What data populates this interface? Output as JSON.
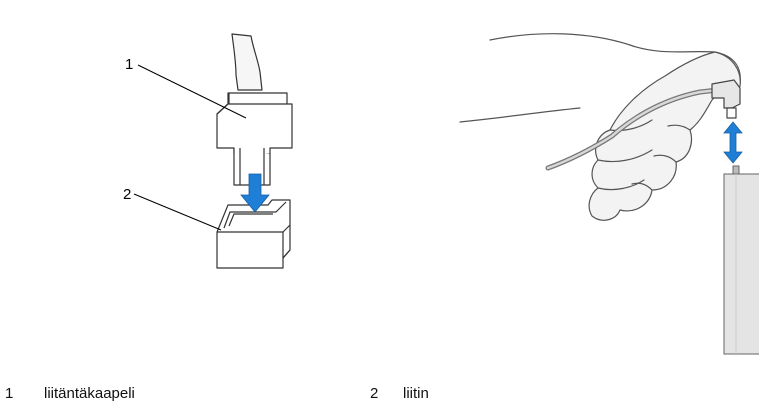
{
  "callouts": [
    {
      "number": "1"
    },
    {
      "number": "2"
    }
  ],
  "legend": [
    {
      "number": "1",
      "label": "liitäntäkaapeli"
    },
    {
      "number": "2",
      "label": "liitin"
    }
  ],
  "colors": {
    "arrow": "#1f7fd6",
    "line": "#333333",
    "fill": "#ffffff"
  }
}
